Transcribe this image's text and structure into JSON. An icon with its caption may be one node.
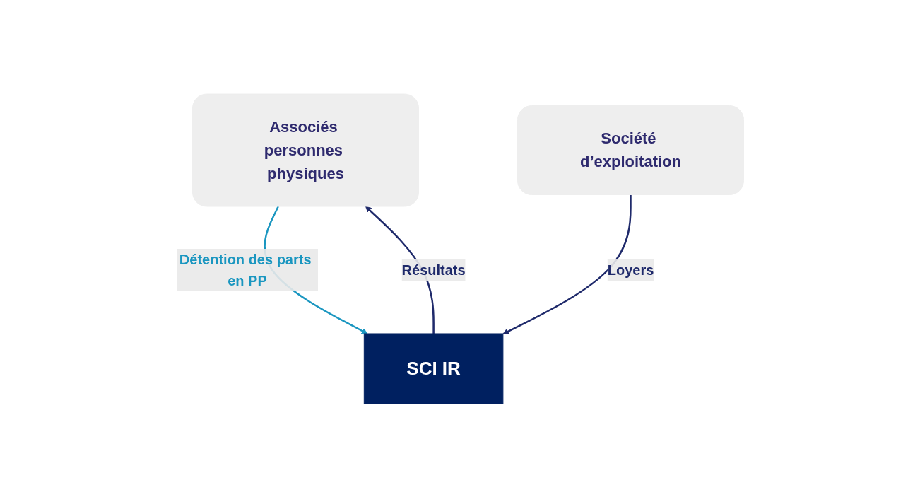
{
  "diagram": {
    "nodes": [
      {
        "text": [
          "Associés personnes physiques"
        ]
      },
      {
        "text": [
          "Société d’exploitation"
        ]
      },
      {
        "text": [
          "SCI IR"
        ]
      }
    ],
    "edges": [
      {
        "from": 0,
        "to": 2,
        "arrow": "to",
        "label": "Détention des parts en PP",
        "color": "#1a96c0"
      },
      {
        "from": 2,
        "to": 0,
        "arrow": "to",
        "label": "Résultats"
      },
      {
        "from": 1,
        "to": 2,
        "arrow": "to",
        "label": "Loyers"
      }
    ]
  }
}
